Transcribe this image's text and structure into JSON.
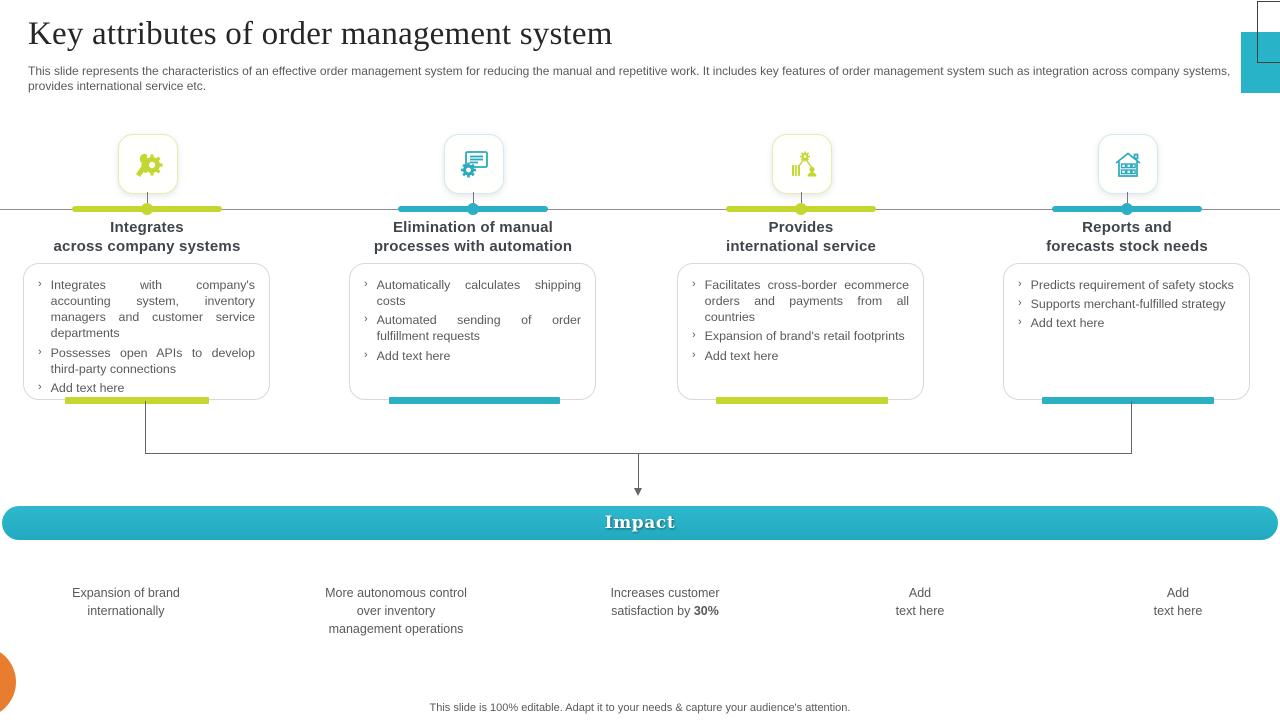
{
  "slide": {
    "title": "Key attributes of order management system",
    "subtitle": "This slide represents the characteristics of an effective order management system for reducing the manual and repetitive work. It includes key features of order management system such as integration across company systems, provides international service etc.",
    "footer": "This slide is 100% editable. Adapt it to your needs & capture your audience's attention."
  },
  "ui": {
    "bullet_char": "›"
  },
  "colors": {
    "lime": "#c3d730",
    "teal": "#29b3c8",
    "orange": "#e87d2f"
  },
  "columns": [
    {
      "icon": "wrench-gear-icon",
      "accent": "lime",
      "heading": "Integrates\nacross company systems",
      "bullets": [
        "Integrates with company's accounting system, inventory managers and customer service departments",
        "Possesses open APIs to develop third-party connections",
        "Add text here"
      ]
    },
    {
      "icon": "automation-document-icon",
      "accent": "teal",
      "heading": "Elimination of manual\nprocesses with automation",
      "bullets": [
        "Automatically calculates shipping costs",
        "Automated sending of order fulfillment requests",
        "Add text here"
      ]
    },
    {
      "icon": "international-network-icon",
      "accent": "lime",
      "heading": "Provides\ninternational service",
      "bullets": [
        "Facilitates cross-border ecommerce orders and payments from all countries",
        "Expansion of brand's retail footprints",
        "Add text here"
      ]
    },
    {
      "icon": "warehouse-icon",
      "accent": "teal",
      "heading": "Reports and\nforecasts stock needs",
      "bullets": [
        "Predicts requirement of safety stocks",
        "Supports merchant-fulfilled strategy",
        "Add text here"
      ]
    }
  ],
  "impact": {
    "label": "Impact",
    "items": [
      {
        "text": "Expansion of brand\ninternationally"
      },
      {
        "text": "More autonomous control\nover inventory\nmanagement operations"
      },
      {
        "text": "Increases customer\nsatisfaction by ",
        "bold": "30%"
      },
      {
        "text": "Add\ntext here"
      },
      {
        "text": "Add\ntext here"
      }
    ]
  }
}
